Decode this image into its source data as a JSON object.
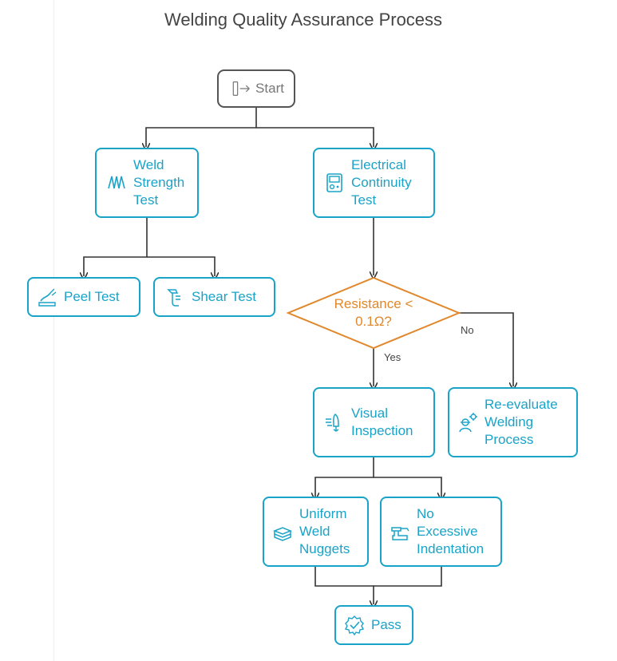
{
  "title": "Welding Quality Assurance Process",
  "nodes": {
    "start": "Start",
    "weld_strength": [
      "Weld",
      "Strength",
      "Test"
    ],
    "electrical": [
      "Electrical",
      "Continuity",
      "Test"
    ],
    "peel": "Peel Test",
    "shear": "Shear Test",
    "decision": [
      "Resistance <",
      "0.1Ω?"
    ],
    "visual": [
      "Visual",
      "Inspection"
    ],
    "reevaluate": [
      "Re-evaluate",
      "Welding",
      "Process"
    ],
    "uniform": [
      "Uniform",
      "Weld",
      "Nuggets"
    ],
    "no_excessive": [
      "No",
      "Excessive",
      "Indentation"
    ],
    "pass": "Pass"
  },
  "edges": {
    "yes": "Yes",
    "no": "No"
  },
  "colors": {
    "accent": "#1aa3c8",
    "decision": "#e0882b",
    "start_border": "#555555",
    "line": "#333333"
  },
  "icons": {
    "start": "enter-arrow-icon",
    "weld_strength": "spring-icon",
    "electrical": "multimeter-icon",
    "peel": "peel-icon",
    "shear": "shear-tool-icon",
    "visual": "inspection-light-icon",
    "reevaluate": "worker-gear-icon",
    "uniform": "stacked-plates-icon",
    "no_excessive": "anvil-press-icon",
    "pass": "badge-check-icon"
  }
}
